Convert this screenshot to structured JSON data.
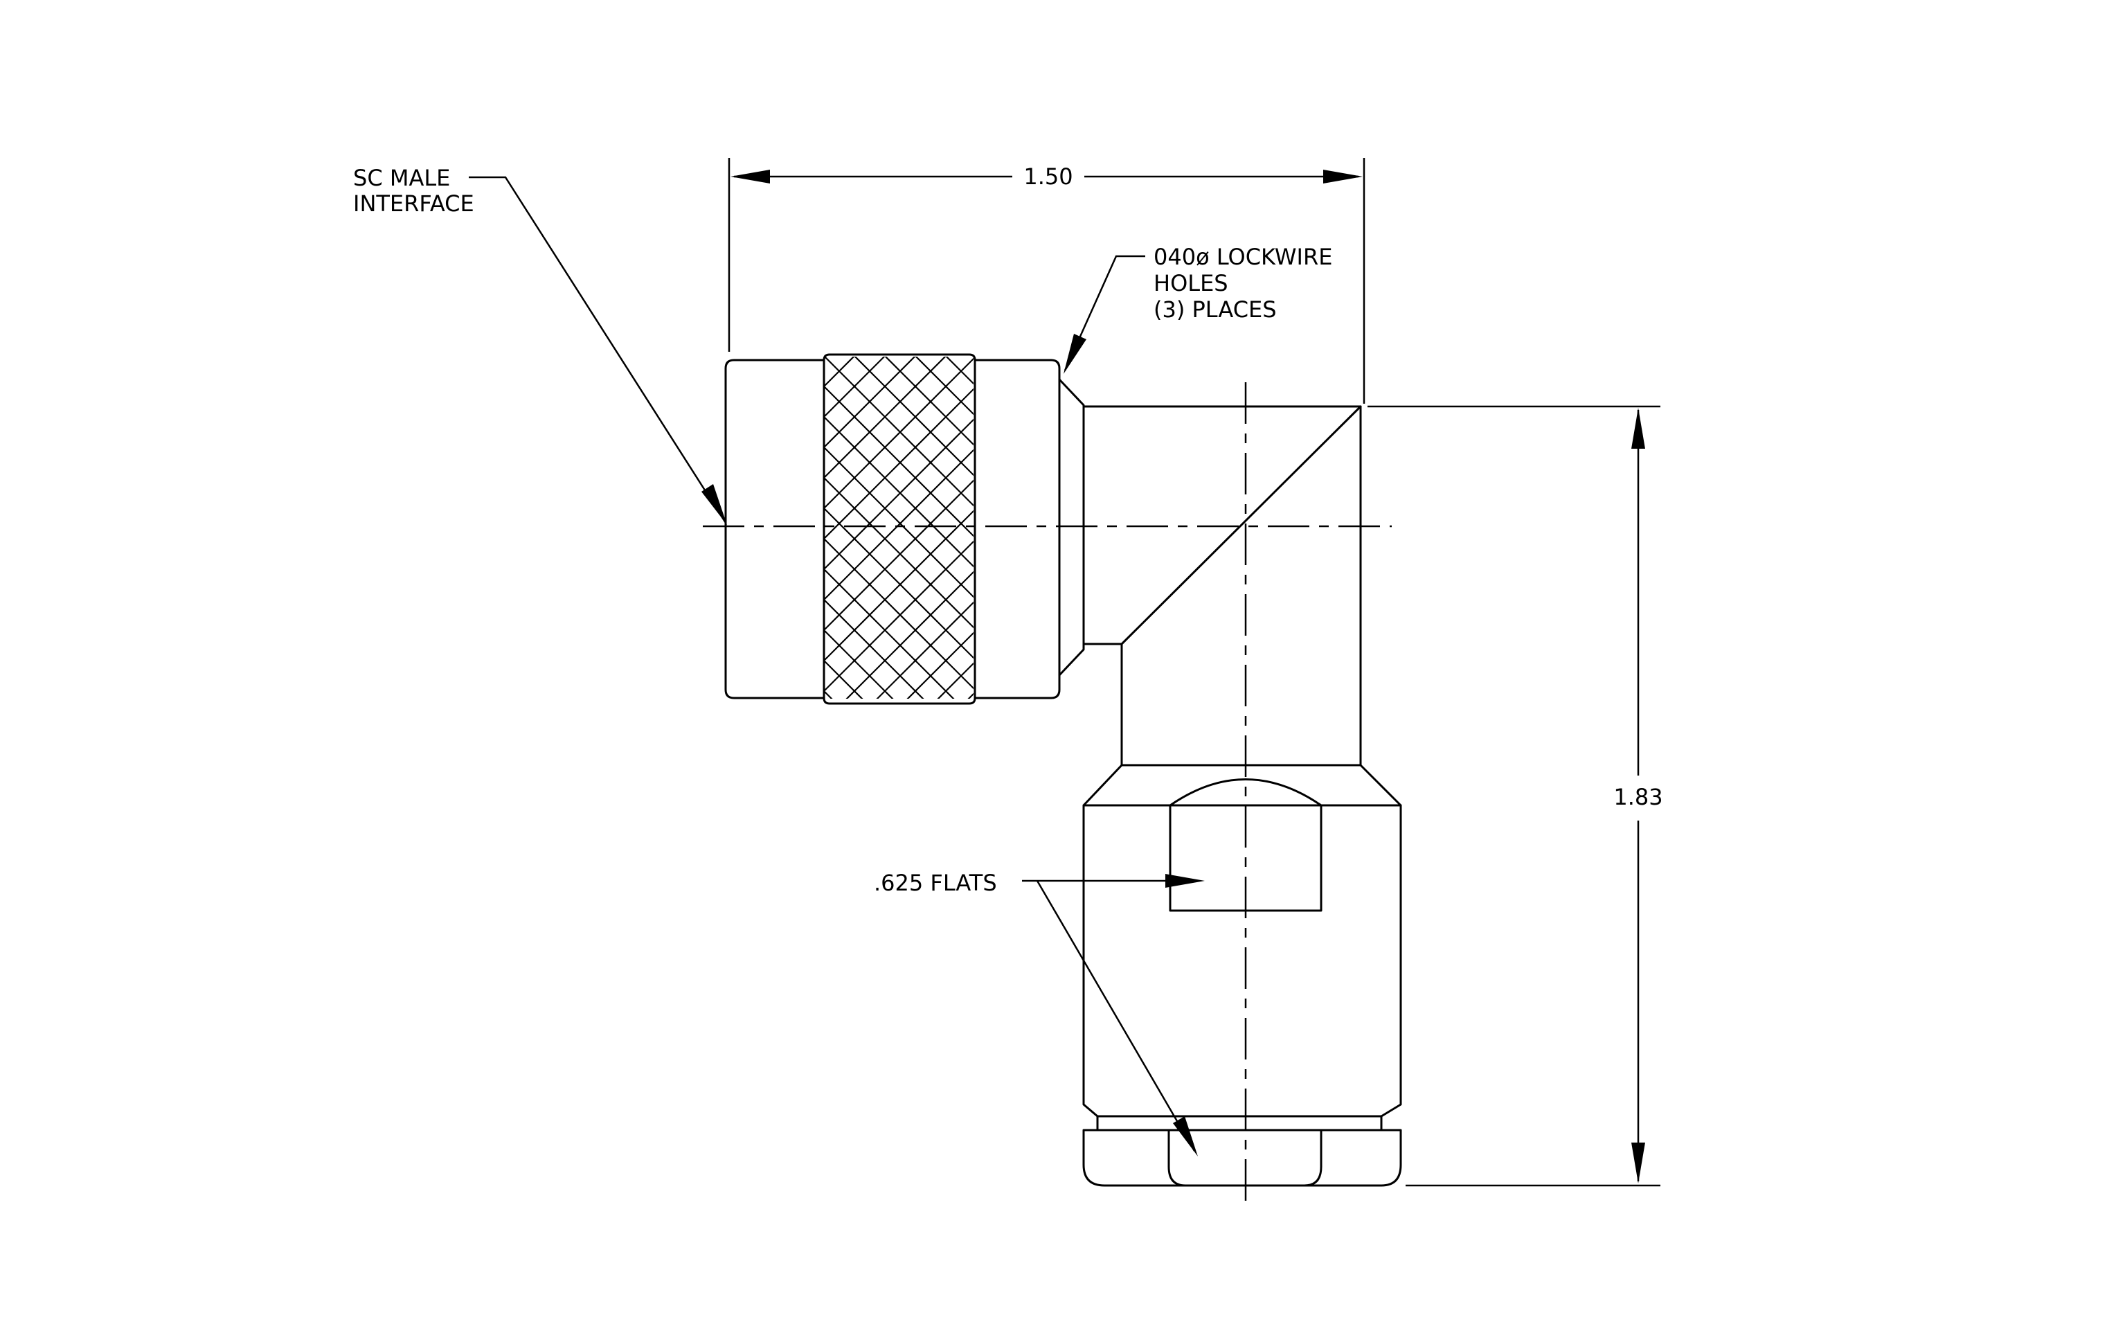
{
  "labels": {
    "sc_interface": [
      "SC MALE",
      "INTERFACE"
    ],
    "lockwire": [
      "040ø LOCKWIRE",
      "HOLES",
      "(3)  PLACES"
    ],
    "flats": ".625 FLATS"
  },
  "dimensions": {
    "width": "1.50",
    "height": "1.83"
  }
}
